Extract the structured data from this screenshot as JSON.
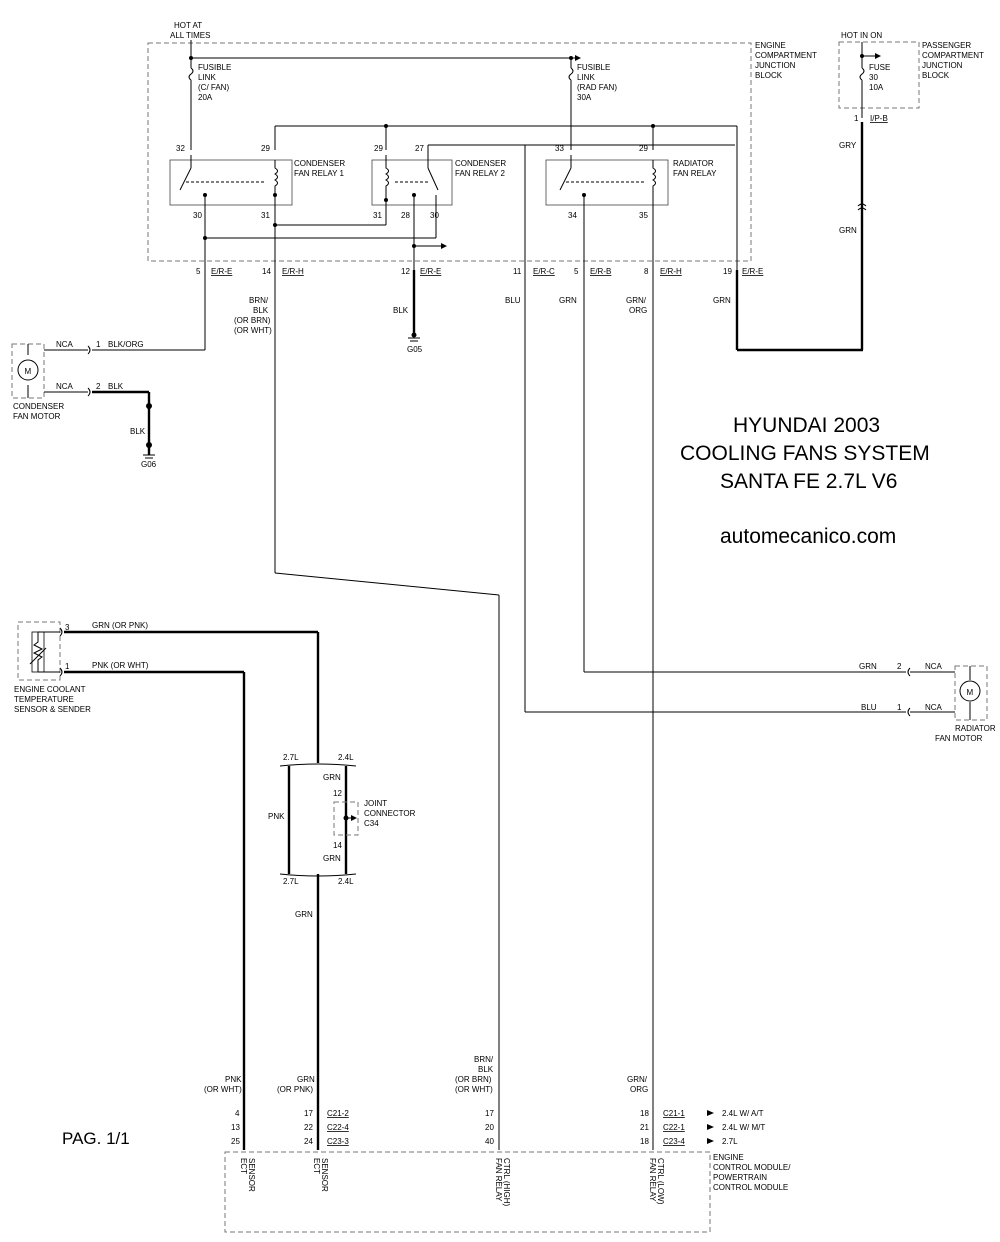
{
  "title": {
    "line1": "HYUNDAI 2003",
    "line2": "COOLING FANS SYSTEM",
    "line3": "SANTA FE 2.7L V6",
    "website": "automecanico.com",
    "page": "PAG. 1/1"
  },
  "junction_block": {
    "hot_line1": "HOT AT",
    "hot_line2": "ALL TIMES",
    "label1": "ENGINE",
    "label2": "COMPARTMENT",
    "label3": "JUNCTION",
    "label4": "BLOCK",
    "fusible1": [
      "FUSIBLE",
      "LINK",
      "(C/ FAN)",
      "20A"
    ],
    "fusible2": [
      "FUSIBLE",
      "LINK",
      "(RAD FAN)",
      "30A"
    ],
    "relay1": {
      "name1": "CONDENSER",
      "name2": "FAN RELAY 1",
      "pins": [
        "32",
        "29",
        "30",
        "31"
      ]
    },
    "relay2": {
      "name1": "CONDENSER",
      "name2": "FAN RELAY 2",
      "pins": [
        "29",
        "27",
        "31",
        "28",
        "30"
      ]
    },
    "relay3": {
      "name1": "RADIATOR",
      "name2": "FAN RELAY",
      "pins": [
        "33",
        "29",
        "34",
        "35"
      ]
    },
    "connectors": [
      {
        "pin": "5",
        "conn": "E/R-E"
      },
      {
        "pin": "14",
        "conn": "E/R-H"
      },
      {
        "pin": "12",
        "conn": "E/R-E"
      },
      {
        "pin": "11",
        "conn": "E/R-C"
      },
      {
        "pin": "5",
        "conn": "E/R-B"
      },
      {
        "pin": "8",
        "conn": "E/R-H"
      },
      {
        "pin": "19",
        "conn": "E/R-E"
      }
    ]
  },
  "passenger_block": {
    "hot": "HOT IN ON",
    "fuse": [
      "FUSE",
      "30",
      "10A"
    ],
    "label1": "PASSENGER",
    "label2": "COMPARTMENT",
    "label3": "JUNCTION",
    "label4": "BLOCK",
    "pin": "1",
    "conn": "I/P-B"
  },
  "wires": {
    "gry": "GRY",
    "grn": "GRN",
    "brn_blk": [
      "BRN/",
      "BLK",
      "(OR BRN)",
      "(OR WHT)"
    ],
    "blk": "BLK",
    "blu": "BLU",
    "grn_org": [
      "GRN/",
      "ORG"
    ],
    "blk_org": "BLK/ORG",
    "grn_or_pnk": "GRN  (OR PNK)",
    "pnk_or_wht": "PNK  (OR WHT)",
    "pnk": "PNK"
  },
  "grounds": {
    "g05": "G05",
    "g06": "G06"
  },
  "condenser_motor": {
    "nca1": "NCA",
    "pin1": "1",
    "nca2": "NCA",
    "pin2": "2",
    "name1": "CONDENSER",
    "name2": "FAN MOTOR",
    "symbol": "M"
  },
  "radiator_motor": {
    "pin2": "2",
    "nca2": "NCA",
    "pin1": "1",
    "nca1": "NCA",
    "name1": "RADIATOR",
    "name2": "FAN MOTOR",
    "symbol": "M"
  },
  "ect_sensor": {
    "pin3": "3",
    "pin1": "1",
    "name1": "ENGINE COOLANT",
    "name2": "TEMPERATURE",
    "name3": "SENSOR & SENDER"
  },
  "joint_connector": {
    "v27": "2.7L",
    "v24": "2.4L",
    "pin12": "12",
    "pin14": "14",
    "name1": "JOINT",
    "name2": "CONNECTOR",
    "name3": "C34"
  },
  "ecm": {
    "name1": "ENGINE",
    "name2": "CONTROL MODULE/",
    "name3": "POWERTRAIN",
    "name4": "CONTROL MODULE",
    "col_ect_pnk": [
      "4",
      "13",
      "25"
    ],
    "col_ect_grn": [
      "17",
      "22",
      "24"
    ],
    "conn_left": [
      "C21-2",
      "C22-4",
      "C23-3"
    ],
    "col_high": [
      "17",
      "20",
      "40"
    ],
    "col_low": [
      "18",
      "21",
      "18"
    ],
    "conn_right": [
      "C21-1",
      "C22-1",
      "C23-4"
    ],
    "variants": [
      "2.4L W/ A/T",
      "2.4L W/ M/T",
      "2.7L"
    ],
    "ect_label": [
      "ECT",
      "SENSOR"
    ],
    "high_label": [
      "FAN RELAY",
      "CTRL (HIGH)"
    ],
    "low_label": [
      "FAN RELAY",
      "CTRL (LOW)"
    ],
    "wire_pnk": [
      "PNK",
      "(OR WHT)"
    ],
    "wire_grn": [
      "GRN",
      "(OR PNK)"
    ]
  }
}
